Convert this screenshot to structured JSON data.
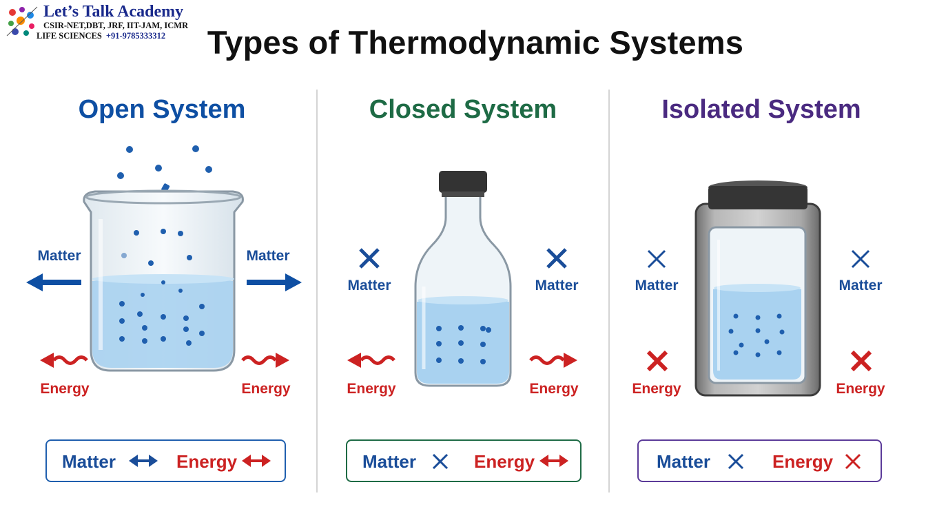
{
  "logo": {
    "name": "Let’s Talk Academy",
    "line1": "CSIR-NET,DBT, JRF, IIT-JAM, ICMR",
    "line2": "LIFE SCIENCES",
    "phone": "+91-9785333312"
  },
  "title": "Types of Thermodynamic Systems",
  "panels": {
    "open": {
      "title": "Open System",
      "color": "#0e4fa3",
      "matter_left": "Matter",
      "matter_right": "Matter",
      "energy_left": "Energy",
      "energy_right": "Energy",
      "summary_matter": "Matter",
      "summary_energy": "Energy"
    },
    "closed": {
      "title": "Closed System",
      "color": "#1e6b45",
      "matter_left": "Matter",
      "matter_right": "Matter",
      "energy_left": "Energy",
      "energy_right": "Energy",
      "summary_matter": "Matter",
      "summary_energy": "Energy"
    },
    "isolated": {
      "title": "Isolated System",
      "color": "#4a2a80",
      "matter_left": "Matter",
      "matter_right": "Matter",
      "energy_left": "Energy",
      "energy_right": "Energy",
      "summary_matter": "Matter",
      "summary_energy": "Energy"
    }
  },
  "colors": {
    "matter_blue": "#1a4d99",
    "energy_red": "#cc2222",
    "liquid": "#a9d2f0"
  },
  "icons": [
    "beaker-icon",
    "bottle-icon",
    "insulated-jar-icon",
    "arrow-icon",
    "wavy-arrow-icon",
    "cross-icon",
    "double-arrow-icon"
  ]
}
